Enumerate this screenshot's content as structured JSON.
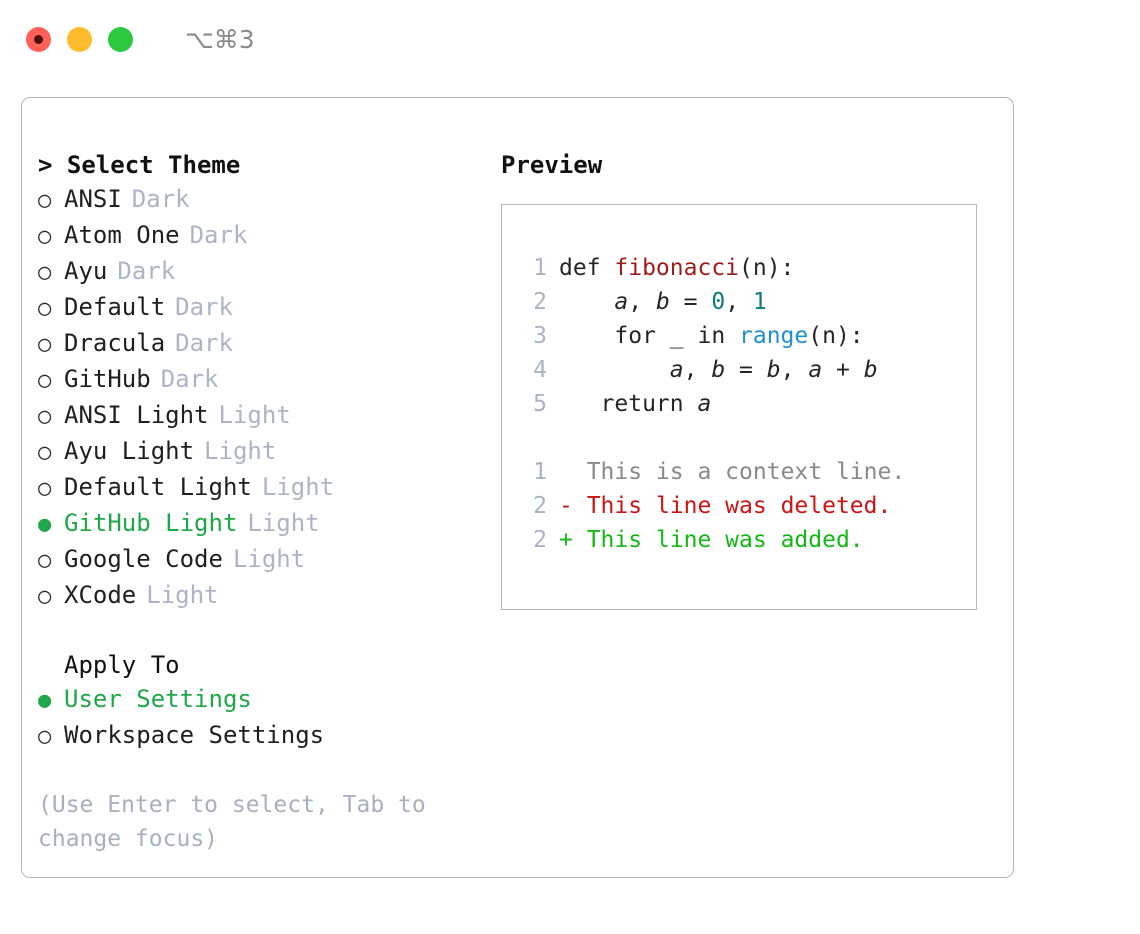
{
  "titlebar": {
    "dots": [
      {
        "name": "close",
        "color": "#ff6058"
      },
      {
        "name": "minimize",
        "color": "#fdbc2e"
      },
      {
        "name": "maximize",
        "color": "#2bc840"
      }
    ],
    "shortcut": "⌥⌘3"
  },
  "theme_section": {
    "header": "> Select Theme",
    "selected_index": 9,
    "items": [
      {
        "marker": "○",
        "label": "ANSI",
        "tag": "Dark",
        "selected": false
      },
      {
        "marker": "○",
        "label": "Atom One",
        "tag": "Dark",
        "selected": false
      },
      {
        "marker": "○",
        "label": "Ayu",
        "tag": "Dark",
        "selected": false
      },
      {
        "marker": "○",
        "label": "Default",
        "tag": "Dark",
        "selected": false
      },
      {
        "marker": "○",
        "label": "Dracula",
        "tag": "Dark",
        "selected": false
      },
      {
        "marker": "○",
        "label": "GitHub",
        "tag": "Dark",
        "selected": false
      },
      {
        "marker": "○",
        "label": "ANSI Light",
        "tag": "Light",
        "selected": false
      },
      {
        "marker": "○",
        "label": "Ayu Light",
        "tag": "Light",
        "selected": false
      },
      {
        "marker": "○",
        "label": "Default Light",
        "tag": "Light",
        "selected": false
      },
      {
        "marker": "●",
        "label": "GitHub Light",
        "tag": "Light",
        "selected": true
      },
      {
        "marker": "○",
        "label": "Google Code",
        "tag": "Light",
        "selected": false
      },
      {
        "marker": "○",
        "label": "XCode",
        "tag": "Light",
        "selected": false
      }
    ]
  },
  "apply_section": {
    "header": "Apply To",
    "items": [
      {
        "marker": "●",
        "label": "User Settings",
        "selected": true
      },
      {
        "marker": "○",
        "label": "Workspace Settings",
        "selected": false
      }
    ]
  },
  "hint": "(Use Enter to select, Tab to change focus)",
  "preview": {
    "title": "Preview",
    "code_lines": [
      {
        "num": "1",
        "tokens": [
          {
            "t": "def ",
            "c": "plain"
          },
          {
            "t": "fibonacci",
            "c": "fn"
          },
          {
            "t": "(n):",
            "c": "plain"
          }
        ]
      },
      {
        "num": "2",
        "tokens": [
          {
            "t": "    ",
            "c": "plain"
          },
          {
            "t": "a",
            "c": "var"
          },
          {
            "t": ", ",
            "c": "plain"
          },
          {
            "t": "b",
            "c": "var"
          },
          {
            "t": " = ",
            "c": "plain"
          },
          {
            "t": "0",
            "c": "num"
          },
          {
            "t": ", ",
            "c": "plain"
          },
          {
            "t": "1",
            "c": "num"
          }
        ]
      },
      {
        "num": "3",
        "tokens": [
          {
            "t": "    for _ in ",
            "c": "plain"
          },
          {
            "t": "range",
            "c": "call"
          },
          {
            "t": "(n):",
            "c": "plain"
          }
        ]
      },
      {
        "num": "4",
        "tokens": [
          {
            "t": "        ",
            "c": "plain"
          },
          {
            "t": "a",
            "c": "var"
          },
          {
            "t": ", ",
            "c": "plain"
          },
          {
            "t": "b",
            "c": "var"
          },
          {
            "t": " = ",
            "c": "plain"
          },
          {
            "t": "b",
            "c": "var"
          },
          {
            "t": ", ",
            "c": "plain"
          },
          {
            "t": "a",
            "c": "var"
          },
          {
            "t": " + ",
            "c": "plain"
          },
          {
            "t": "b",
            "c": "var"
          }
        ]
      },
      {
        "num": "5",
        "tokens": [
          {
            "t": "   return ",
            "c": "plain"
          },
          {
            "t": "a",
            "c": "var"
          }
        ]
      }
    ],
    "diff_lines": [
      {
        "num": "1",
        "sign": " ",
        "text": " This is a context line.",
        "kind": "ctx"
      },
      {
        "num": "2",
        "sign": "-",
        "text": " This line was deleted.",
        "kind": "del"
      },
      {
        "num": "2",
        "sign": "+",
        "text": " This line was added.",
        "kind": "add"
      }
    ]
  },
  "colors": {
    "accent_green": "#1ea84a",
    "muted": "#adb5c4",
    "border": "#b0b8c6",
    "diff_add": "#14b814",
    "diff_del": "#cc1414",
    "syntax_function": "#9e1c1c",
    "syntax_number": "#0e7c7b",
    "syntax_call": "#1f8fd0"
  }
}
